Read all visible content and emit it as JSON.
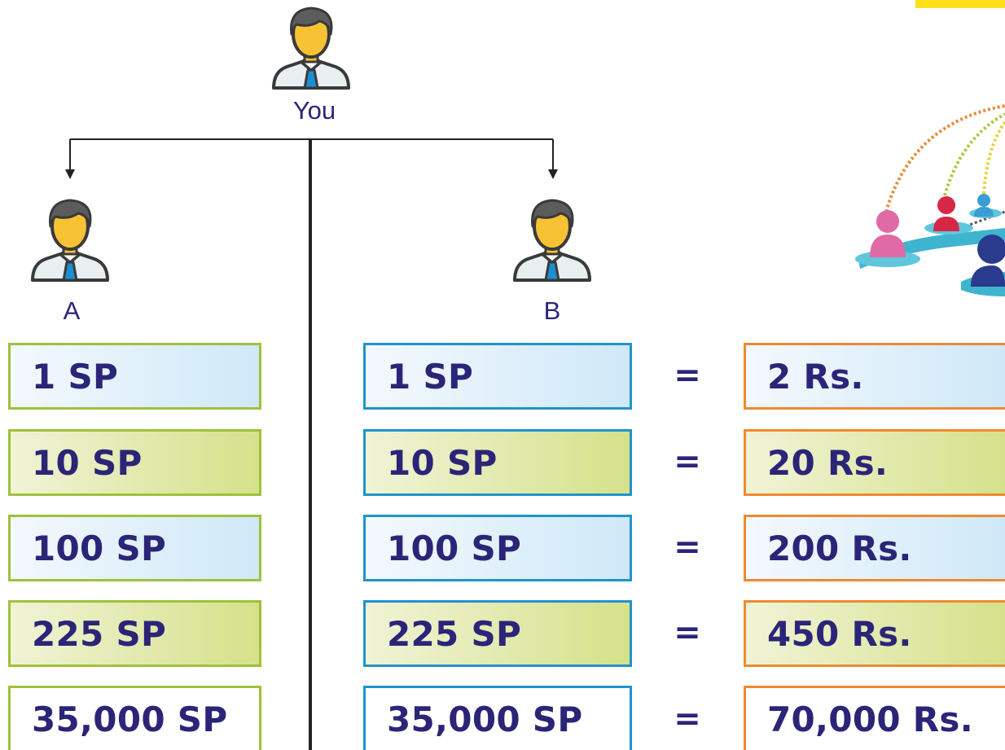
{
  "people": {
    "top": "You",
    "left": "A",
    "right": "B"
  },
  "column_a": [
    "1 SP",
    "10 SP",
    "100 SP",
    "225 SP",
    "35,000 SP"
  ],
  "column_b": [
    "1 SP",
    "10 SP",
    "100 SP",
    "225 SP",
    "35,000 SP"
  ],
  "equals": [
    "=",
    "=",
    "=",
    "=",
    "="
  ],
  "column_rs": [
    "2 Rs.",
    "20 Rs.",
    "200 Rs.",
    "450 Rs.",
    "70,000 Rs."
  ],
  "icons": {
    "person": "person-icon",
    "network": "network-icon"
  },
  "colors": {
    "text": "#2b2578",
    "a_border": "#9ec23a",
    "b_border": "#1f94cc",
    "rs_border": "#ee8a2e",
    "accent_tab": "#ffe01b"
  }
}
